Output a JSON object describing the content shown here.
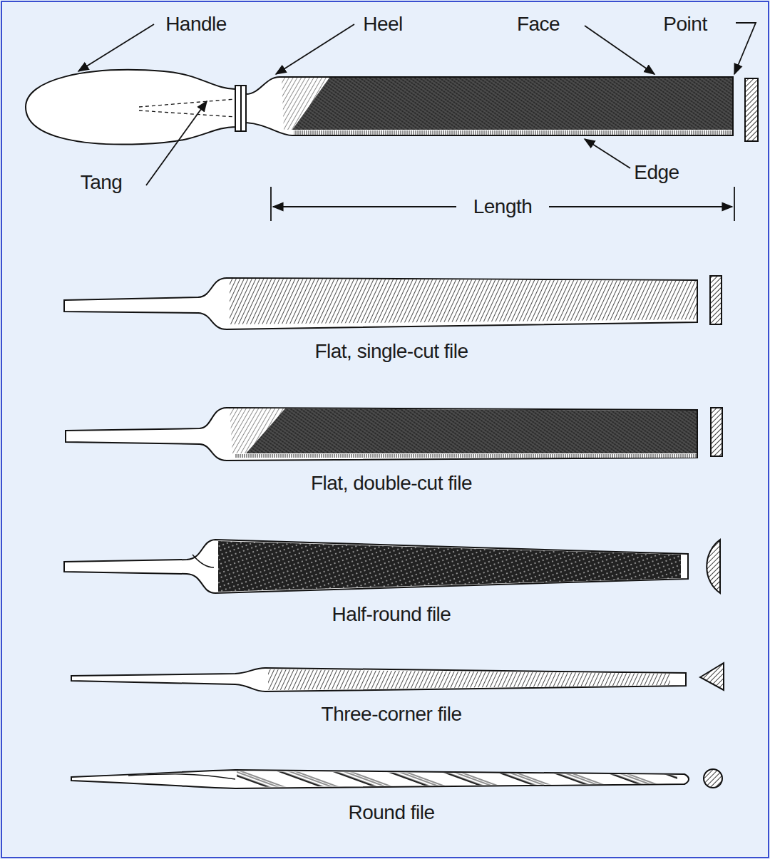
{
  "diagram": {
    "labels": [
      "Handle",
      "Heel",
      "Face",
      "Point",
      "Tang",
      "Edge",
      "Length",
      "Flat, single-cut file",
      "Flat, double-cut file",
      "Half-round file",
      "Three-corner file",
      "Round file"
    ]
  }
}
